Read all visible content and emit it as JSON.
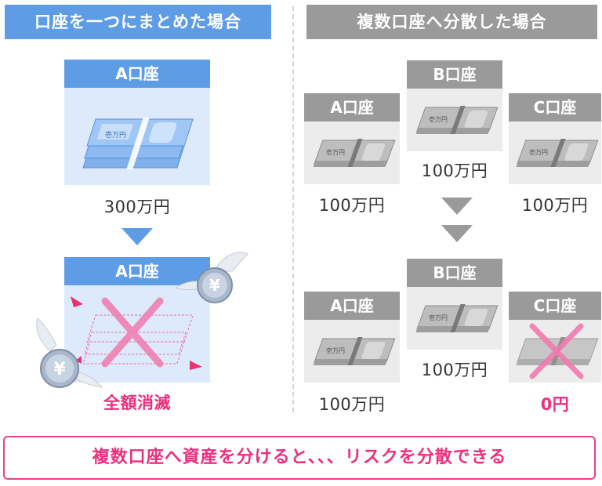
{
  "left": {
    "header": "口座を一つにまとめた場合",
    "top_card": {
      "title": "A口座",
      "amount": "300万円"
    },
    "bottom_card": {
      "title": "A口座",
      "result": "全額消滅"
    },
    "bill_label": "壱万円",
    "coin_symbol": "¥"
  },
  "right": {
    "header": "複数口座へ分散した場合",
    "before": [
      {
        "title": "A口座",
        "amount": "100万円"
      },
      {
        "title": "B口座",
        "amount": "100万円"
      },
      {
        "title": "C口座",
        "amount": "100万円"
      }
    ],
    "after": [
      {
        "title": "A口座",
        "amount": "100万円"
      },
      {
        "title": "B口座",
        "amount": "100万円"
      },
      {
        "title": "C口座",
        "amount": "0円"
      }
    ],
    "bill_label": "壱万円"
  },
  "conclusion": "複数口座へ資産を分けると、、、リスクを分散できる",
  "colors": {
    "blue_header": "#5e9de6",
    "gray_header": "#9a9a9a",
    "pink": "#ec2f7e"
  }
}
